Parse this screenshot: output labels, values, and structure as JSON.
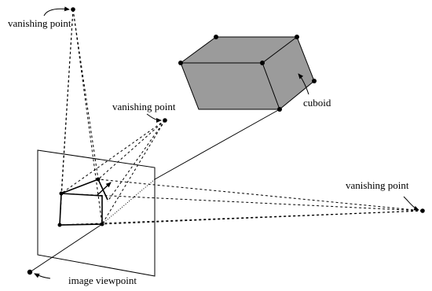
{
  "labels": {
    "vp_top": "vanishing point",
    "vp_middle": "vanishing point",
    "vp_right": "vanishing point",
    "cuboid": "cuboid",
    "viewpoint": "image viewpoint"
  },
  "colors": {
    "ink": "#000000",
    "cuboid_fill": "#9b9b9b",
    "background": "#ffffff"
  }
}
